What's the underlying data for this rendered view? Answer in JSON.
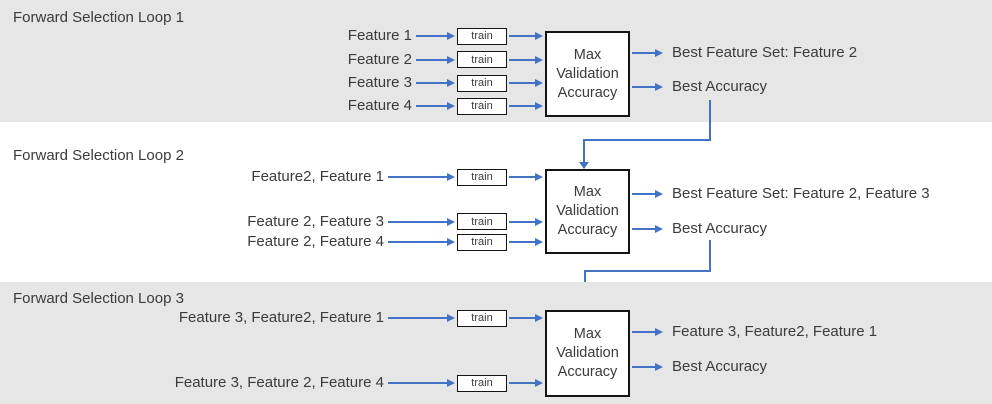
{
  "colors": {
    "band_background": "#e7e6e6",
    "page_background": "#ffffff",
    "arrow": "#4472c4",
    "text": "#3b3b3b",
    "box_border": "#141414",
    "box_fill": "#ffffff"
  },
  "loops": [
    {
      "title": "Forward Selection Loop 1",
      "train_label": "train",
      "inputs": [
        "Feature 1",
        "Feature 2",
        "Feature 3",
        "Feature 4"
      ],
      "processor_lines": [
        "Max",
        "Validation",
        "Accuracy"
      ],
      "outputs": [
        "Best Feature Set: Feature 2",
        "Best Accuracy"
      ]
    },
    {
      "title": "Forward Selection Loop 2",
      "train_label": "train",
      "inputs": [
        "Feature2, Feature 1",
        "Feature 2, Feature 3",
        "Feature 2, Feature 4"
      ],
      "processor_lines": [
        "Max",
        "Validation",
        "Accuracy"
      ],
      "outputs": [
        "Best Feature Set: Feature 2, Feature 3",
        "Best Accuracy"
      ]
    },
    {
      "title": "Forward Selection Loop 3",
      "train_label": "train",
      "inputs": [
        "Feature 3, Feature2, Feature 1",
        "Feature 3, Feature 2, Feature 4"
      ],
      "processor_lines": [
        "Max",
        "Validation",
        "Accuracy"
      ],
      "outputs": [
        "Feature 3, Feature2, Feature 1",
        "Best Accuracy"
      ]
    }
  ]
}
